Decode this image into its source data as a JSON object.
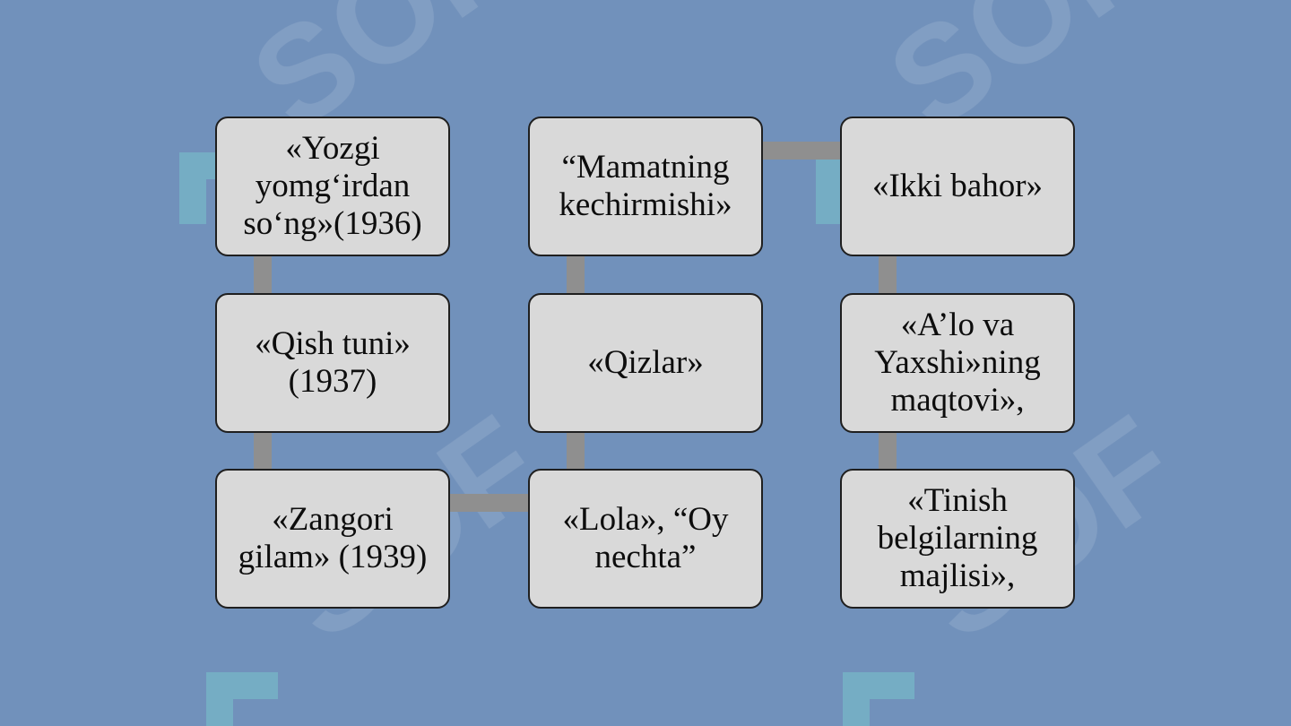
{
  "diagram": {
    "columns": [
      {
        "boxes": [
          {
            "label": "«Yozgi\nyomg‘irdan\nso‘ng»(1936)"
          },
          {
            "label": "«Qish tuni»\n(1937)"
          },
          {
            "label": "«Zangori\ngilam» (1939)"
          }
        ]
      },
      {
        "boxes": [
          {
            "label": "“Mamatning\nkechirmishi»"
          },
          {
            "label": "«Qizlar»"
          },
          {
            "label": "«Lola», “Oy\nnechta”"
          }
        ]
      },
      {
        "boxes": [
          {
            "label": "«Ikki bahor»"
          },
          {
            "label": "«A’lo va\nYaxshi»ning\nmaqtovi»,"
          },
          {
            "label": "«Tinish\nbelgilarning\nmajlisi»,"
          }
        ]
      }
    ]
  },
  "watermark": {
    "text": "SOF",
    "accent_color": "#4fd3c4"
  },
  "colors": {
    "background": "#7191bb",
    "box_fill": "#d9d9d9",
    "box_border": "#1f1f1f",
    "connector": "#8f8f8f"
  }
}
